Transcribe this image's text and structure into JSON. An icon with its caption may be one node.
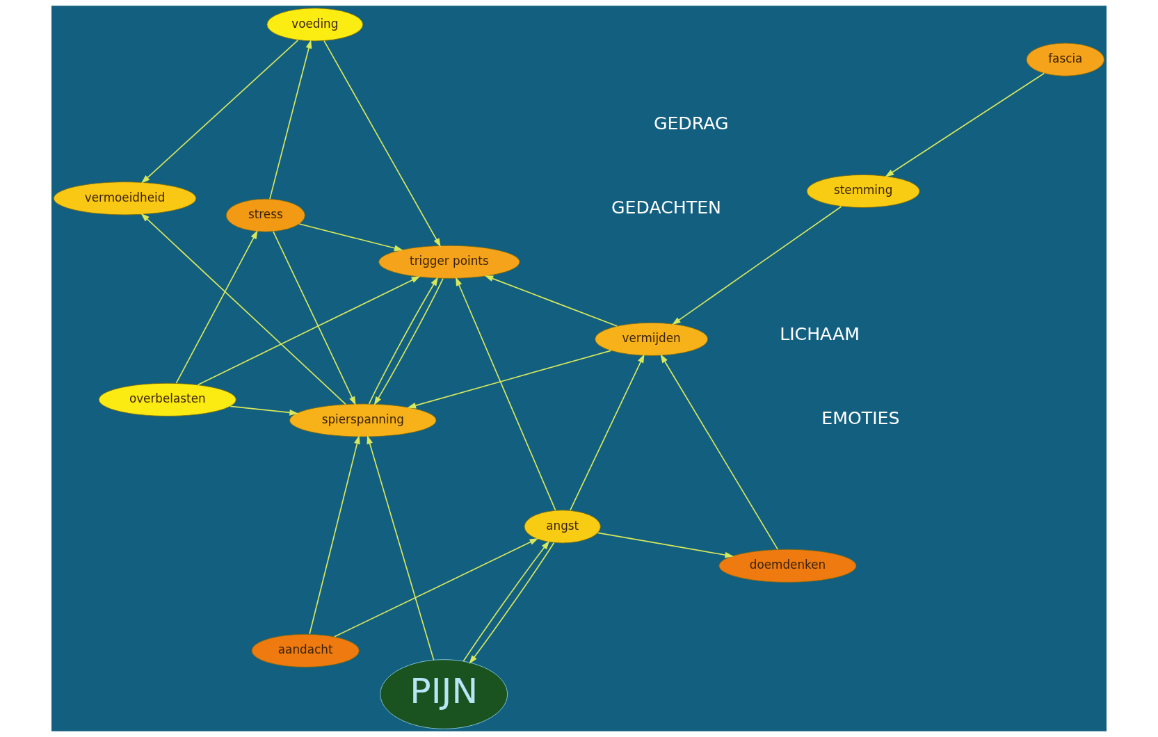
{
  "diagram": {
    "nodes": [
      {
        "text": [
          "spierspanning"
        ]
      },
      {
        "text": [
          "trigger points"
        ]
      },
      {
        "text": [
          "angst"
        ]
      },
      {
        "text": [
          "fascia"
        ]
      },
      {
        "text": [
          "stemming"
        ]
      },
      {
        "text": [
          "vermoeidheid"
        ]
      },
      {
        "text": [
          "PIJN"
        ]
      },
      {
        "text": [
          "stress"
        ]
      },
      {
        "text": [
          "voeding"
        ]
      },
      {
        "text": [
          "doemdenken"
        ]
      },
      {
        "text": [
          "overbelasten"
        ]
      },
      {
        "text": [
          "aandacht"
        ]
      },
      {
        "text": [
          "vermijden"
        ]
      }
    ],
    "edges": [
      {
        "from": 0,
        "to": 1,
        "arrow": "to"
      },
      {
        "from": 1,
        "to": 0,
        "arrow": "to"
      },
      {
        "from": 2,
        "to": 1,
        "arrow": "to"
      },
      {
        "from": 7,
        "to": 1,
        "arrow": "to"
      },
      {
        "from": 7,
        "to": 0,
        "arrow": "to"
      },
      {
        "from": 0,
        "to": 5,
        "arrow": "to"
      },
      {
        "from": 8,
        "to": 1,
        "arrow": "to"
      },
      {
        "from": 8,
        "to": 5,
        "arrow": "to"
      },
      {
        "from": 10,
        "to": 1,
        "arrow": "to"
      },
      {
        "from": 12,
        "to": 1,
        "arrow": "to"
      },
      {
        "from": 10,
        "to": 0,
        "arrow": "to"
      },
      {
        "from": 12,
        "to": 0,
        "arrow": "to"
      },
      {
        "from": 11,
        "to": 0,
        "arrow": "to"
      },
      {
        "from": 6,
        "to": 0,
        "arrow": "to"
      },
      {
        "from": 3,
        "to": 4,
        "arrow": "to"
      },
      {
        "from": 2,
        "to": 12,
        "arrow": "to"
      },
      {
        "from": 4,
        "to": 12,
        "arrow": "to"
      },
      {
        "from": 9,
        "to": 12,
        "arrow": "to"
      },
      {
        "from": 2,
        "to": 9,
        "arrow": "to"
      },
      {
        "from": 6,
        "to": 2,
        "arrow": "to"
      },
      {
        "from": 2,
        "to": 6,
        "arrow": "to"
      },
      {
        "from": 11,
        "to": 2,
        "arrow": "to"
      },
      {
        "from": 7,
        "to": 8,
        "arrow": "to"
      },
      {
        "from": 10,
        "to": 7,
        "arrow": "to"
      }
    ],
    "labels": [
      "LICHAAM",
      "EMOTIES",
      "GEDRAG",
      "GEDACHTEN"
    ]
  }
}
